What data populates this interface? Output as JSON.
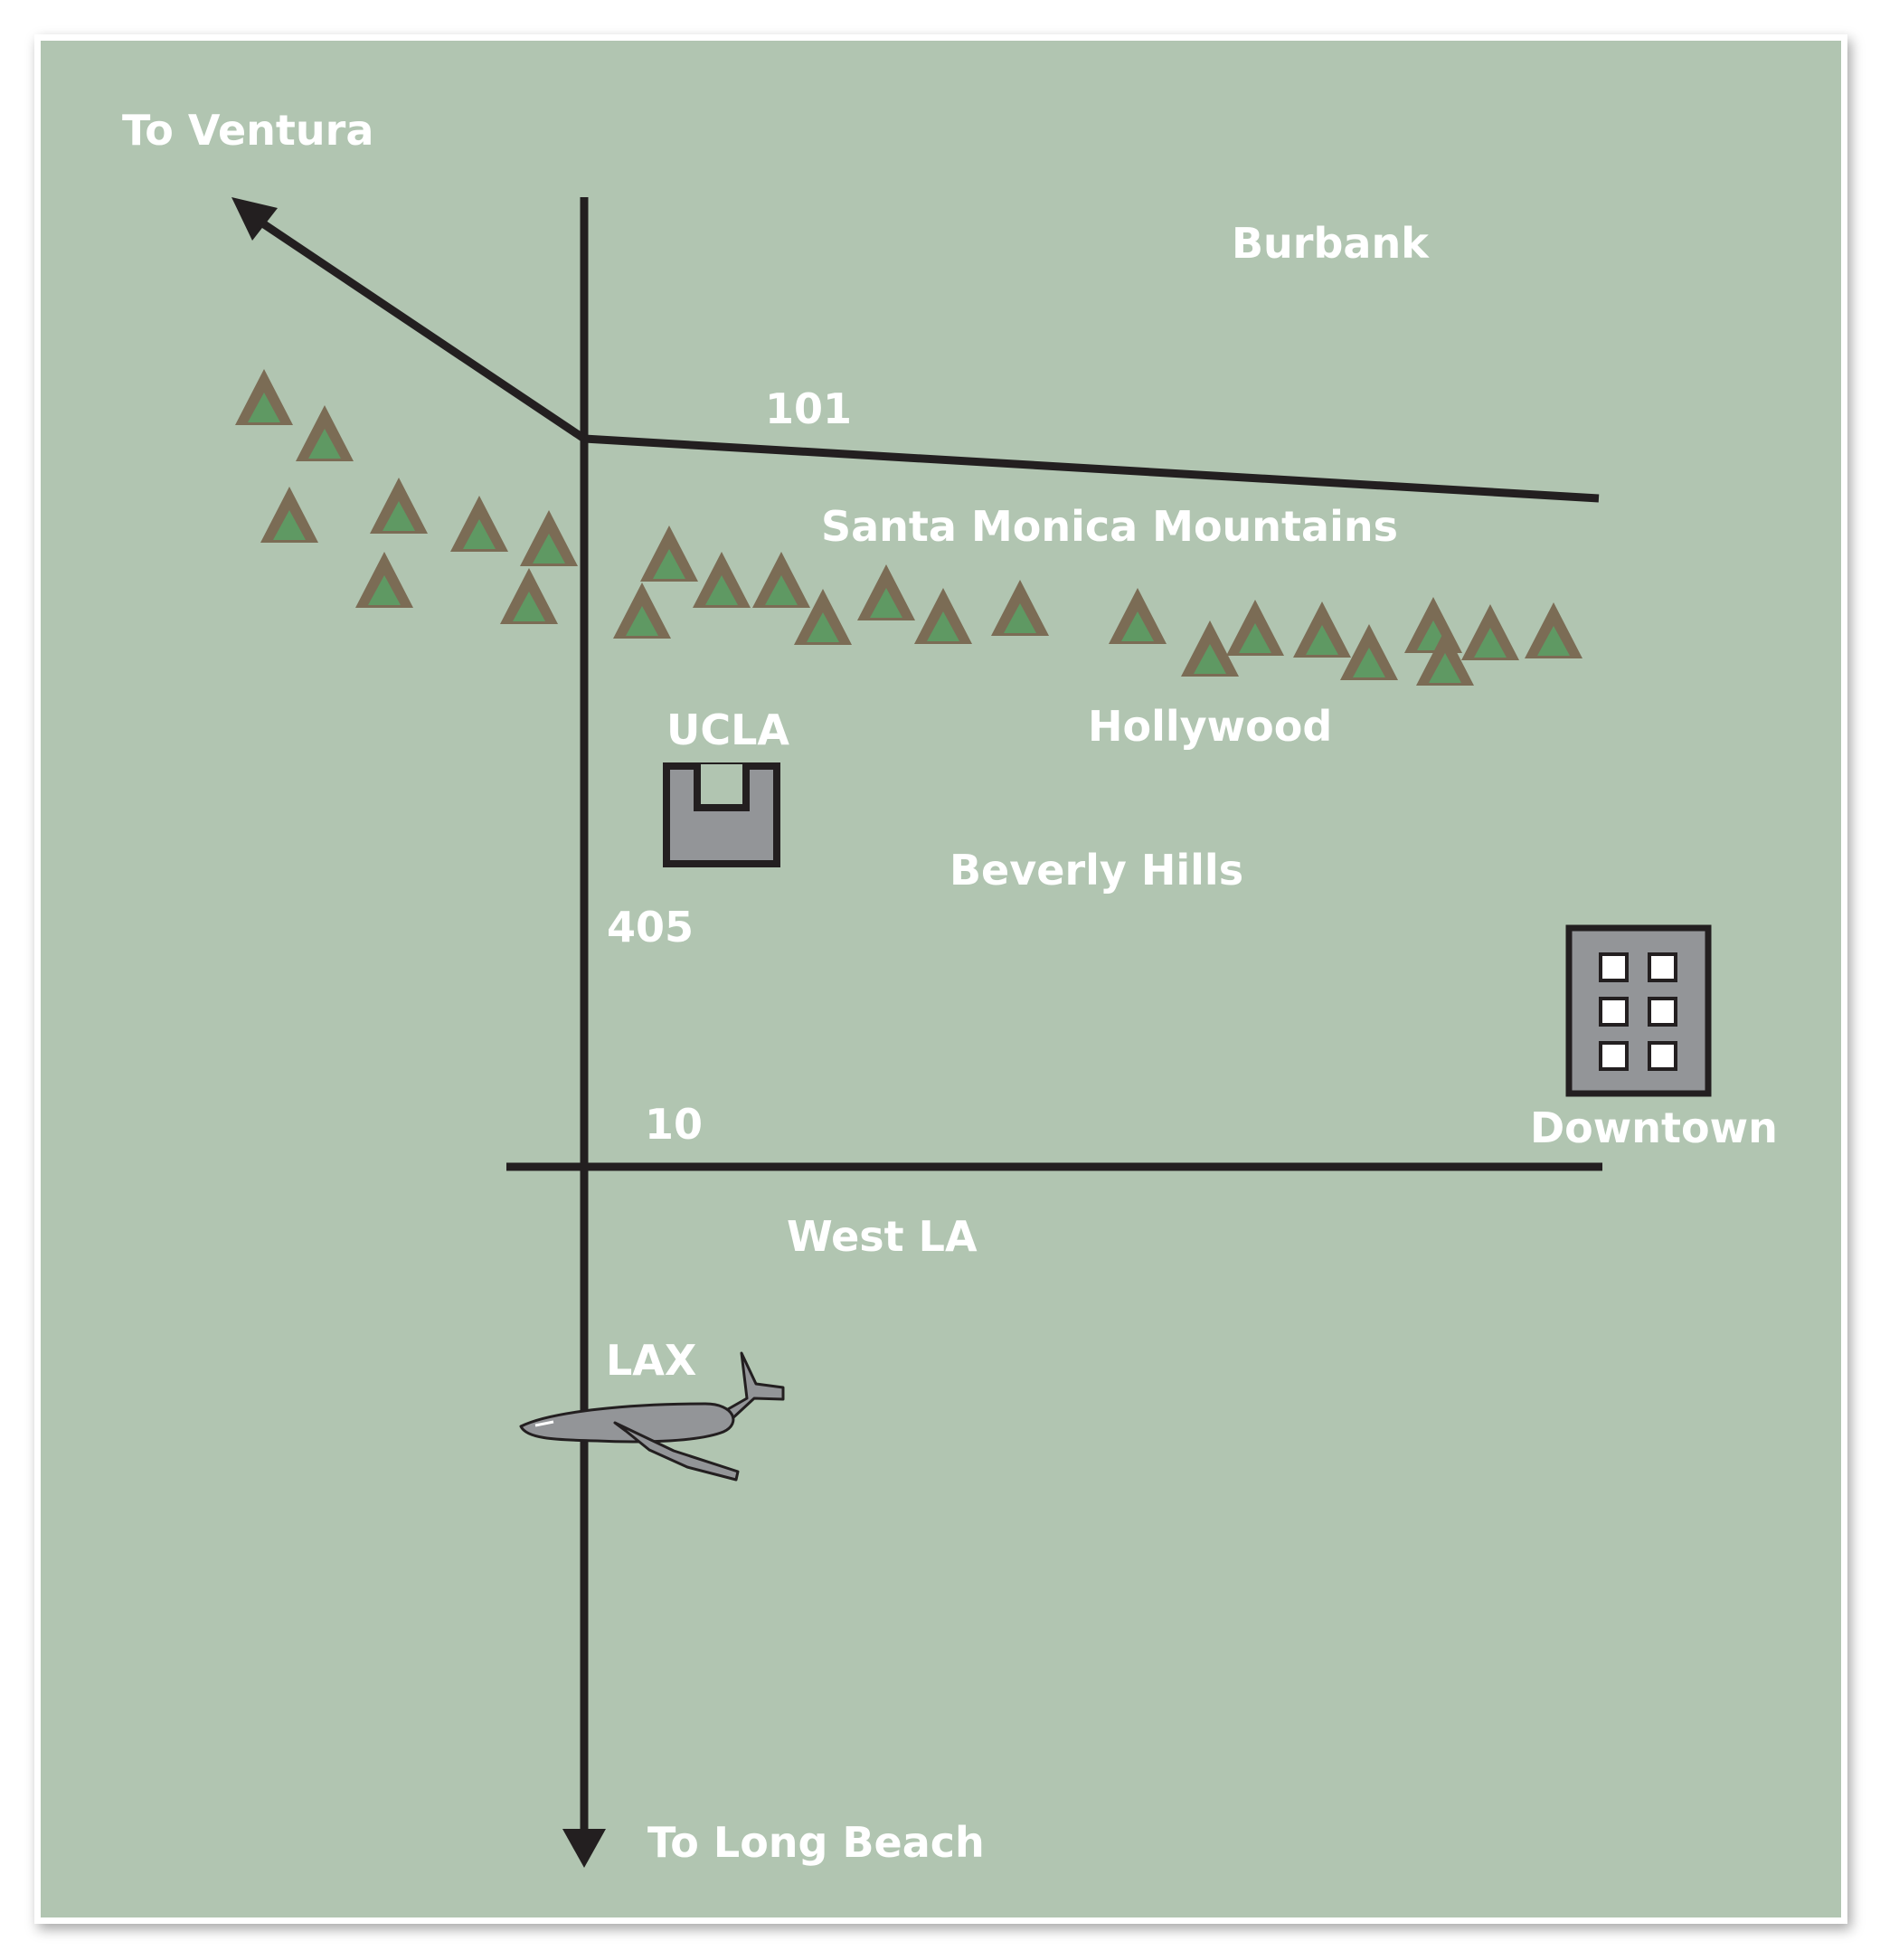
{
  "map": {
    "background_color": "#b1c5b1",
    "road_color": "#231f20",
    "label_color": "#ffffff",
    "mountain_outer_color": "#7b6c55",
    "mountain_inner_color": "#5f9963",
    "building_color": "#939598",
    "labels": {
      "to_ventura": "To Ventura",
      "burbank": "Burbank",
      "hwy_101": "101",
      "santa_monica_mountains": "Santa Monica Mountains",
      "ucla": "UCLA",
      "hollywood": "Hollywood",
      "beverly_hills": "Beverly Hills",
      "hwy_405": "405",
      "hwy_10": "10",
      "downtown": "Downtown",
      "west_la": "West LA",
      "lax": "LAX",
      "to_long_beach": "To Long Beach"
    },
    "icons": {
      "mountain": "mountain-icon",
      "university": "university-building-icon",
      "office": "office-building-icon",
      "airplane": "airplane-icon"
    }
  }
}
